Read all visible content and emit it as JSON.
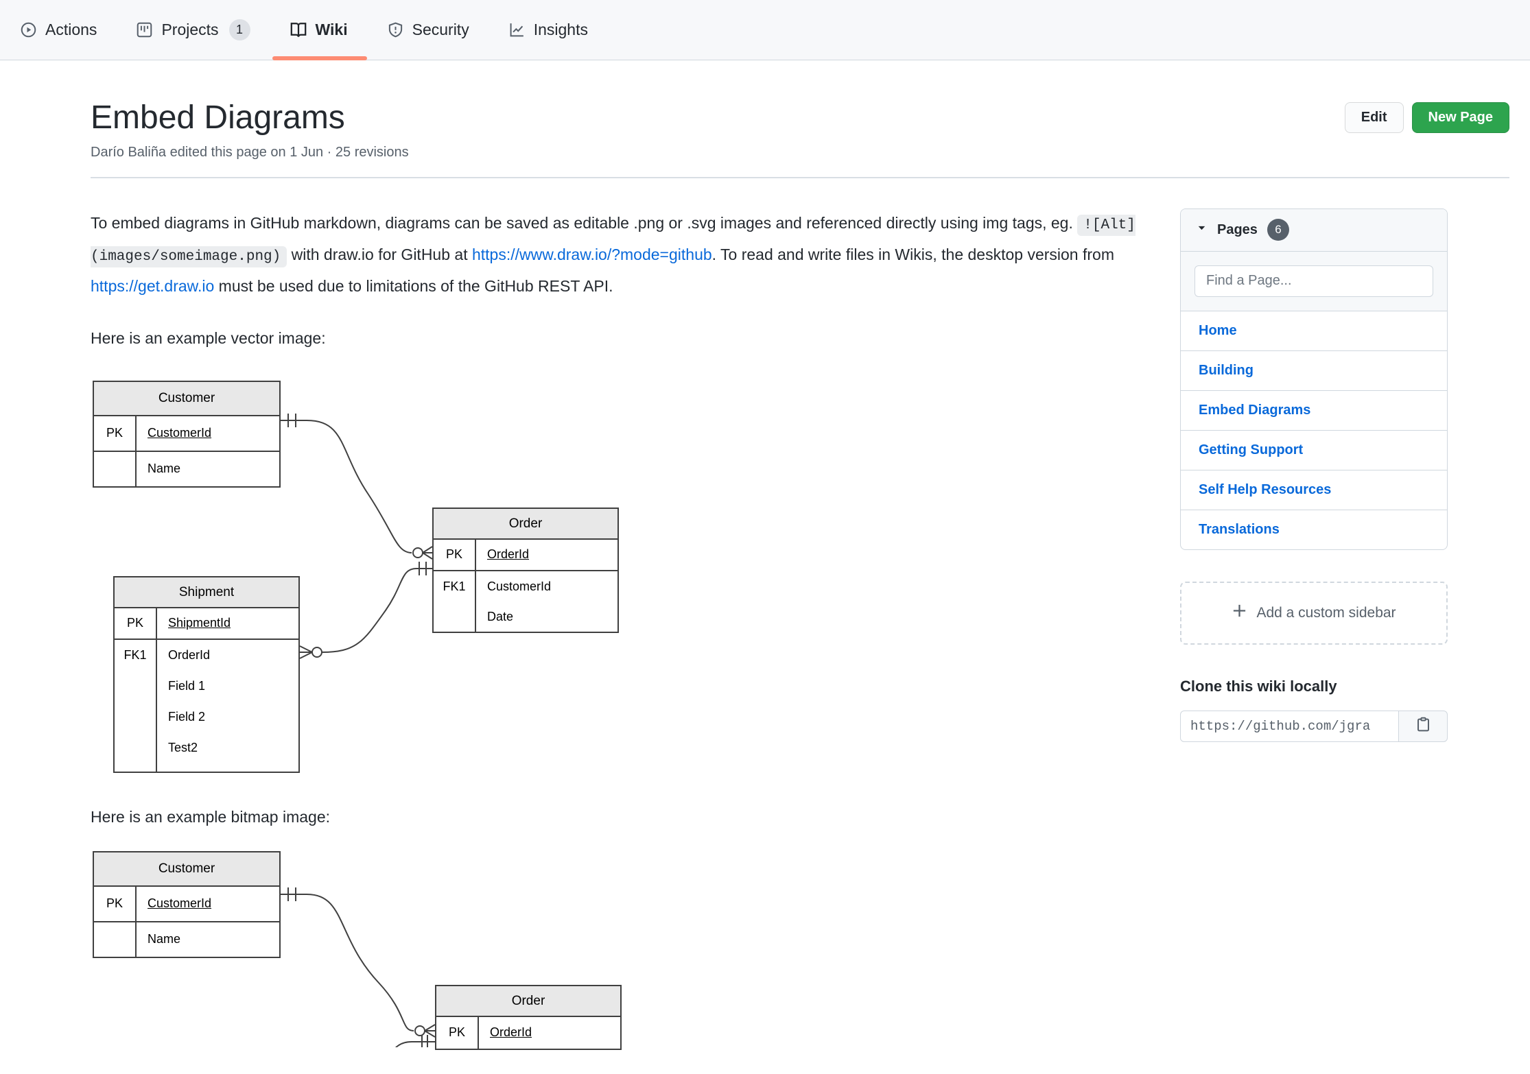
{
  "nav": {
    "items": [
      {
        "label": "Actions"
      },
      {
        "label": "Projects",
        "badge": "1"
      },
      {
        "label": "Wiki"
      },
      {
        "label": "Security"
      },
      {
        "label": "Insights"
      }
    ]
  },
  "header": {
    "title": "Embed Diagrams",
    "subtitle": "Darío Baliña edited this page on 1 Jun · 25 revisions",
    "edit_label": "Edit",
    "new_page_label": "New Page"
  },
  "article": {
    "paragraph": {
      "before_code": "To embed diagrams in GitHub markdown, diagrams can be saved as editable .png or .svg images and referenced directly using img tags, eg. ",
      "code": "![Alt](images/someimage.png)",
      "after_code": " with draw.io for GitHub at ",
      "link1": "https://www.draw.io/?mode=github",
      "between_links": ". To read and write files in Wikis, the desktop version from ",
      "link2": "https://get.draw.io",
      "after_link2": " must be used due to limitations of the GitHub REST API."
    },
    "vector_caption": "Here is an example vector image:",
    "bitmap_caption": "Here is an example bitmap image:"
  },
  "diagrams": {
    "vector": {
      "customer": {
        "title": "Customer",
        "pk_key": "PK",
        "pk_attr": "CustomerId",
        "row2_attr": "Name"
      },
      "order": {
        "title": "Order",
        "pk_key": "PK",
        "pk_attr": "OrderId",
        "fk_key": "FK1",
        "fk_attr1": "CustomerId",
        "fk_attr2": "Date"
      },
      "shipment": {
        "title": "Shipment",
        "pk_key": "PK",
        "pk_attr": "ShipmentId",
        "fk_key": "FK1",
        "fk_attr1": "OrderId",
        "fk_attr2": "Field 1",
        "fk_attr3": "Field 2",
        "fk_attr4": "Test2"
      }
    },
    "bitmap": {
      "customer": {
        "title": "Customer",
        "pk_key": "PK",
        "pk_attr": "CustomerId",
        "row2_attr": "Name"
      },
      "order": {
        "title": "Order",
        "pk_key": "PK",
        "pk_attr": "OrderId"
      }
    }
  },
  "sidebar": {
    "pages_panel": {
      "title": "Pages",
      "count": "6",
      "search_placeholder": "Find a Page...",
      "links": [
        "Home",
        "Building",
        "Embed Diagrams",
        "Getting Support",
        "Self Help Resources",
        "Translations"
      ]
    },
    "add_sidebar_label": "Add a custom sidebar",
    "clone": {
      "heading": "Clone this wiki locally",
      "url": "https://github.com/jgra"
    }
  },
  "colors": {
    "accent_blue": "#0969da",
    "success_green": "#2da44e",
    "tab_underline_orange": "#fd8c73",
    "border": "#d0d7de",
    "muted_text": "#57606a"
  }
}
